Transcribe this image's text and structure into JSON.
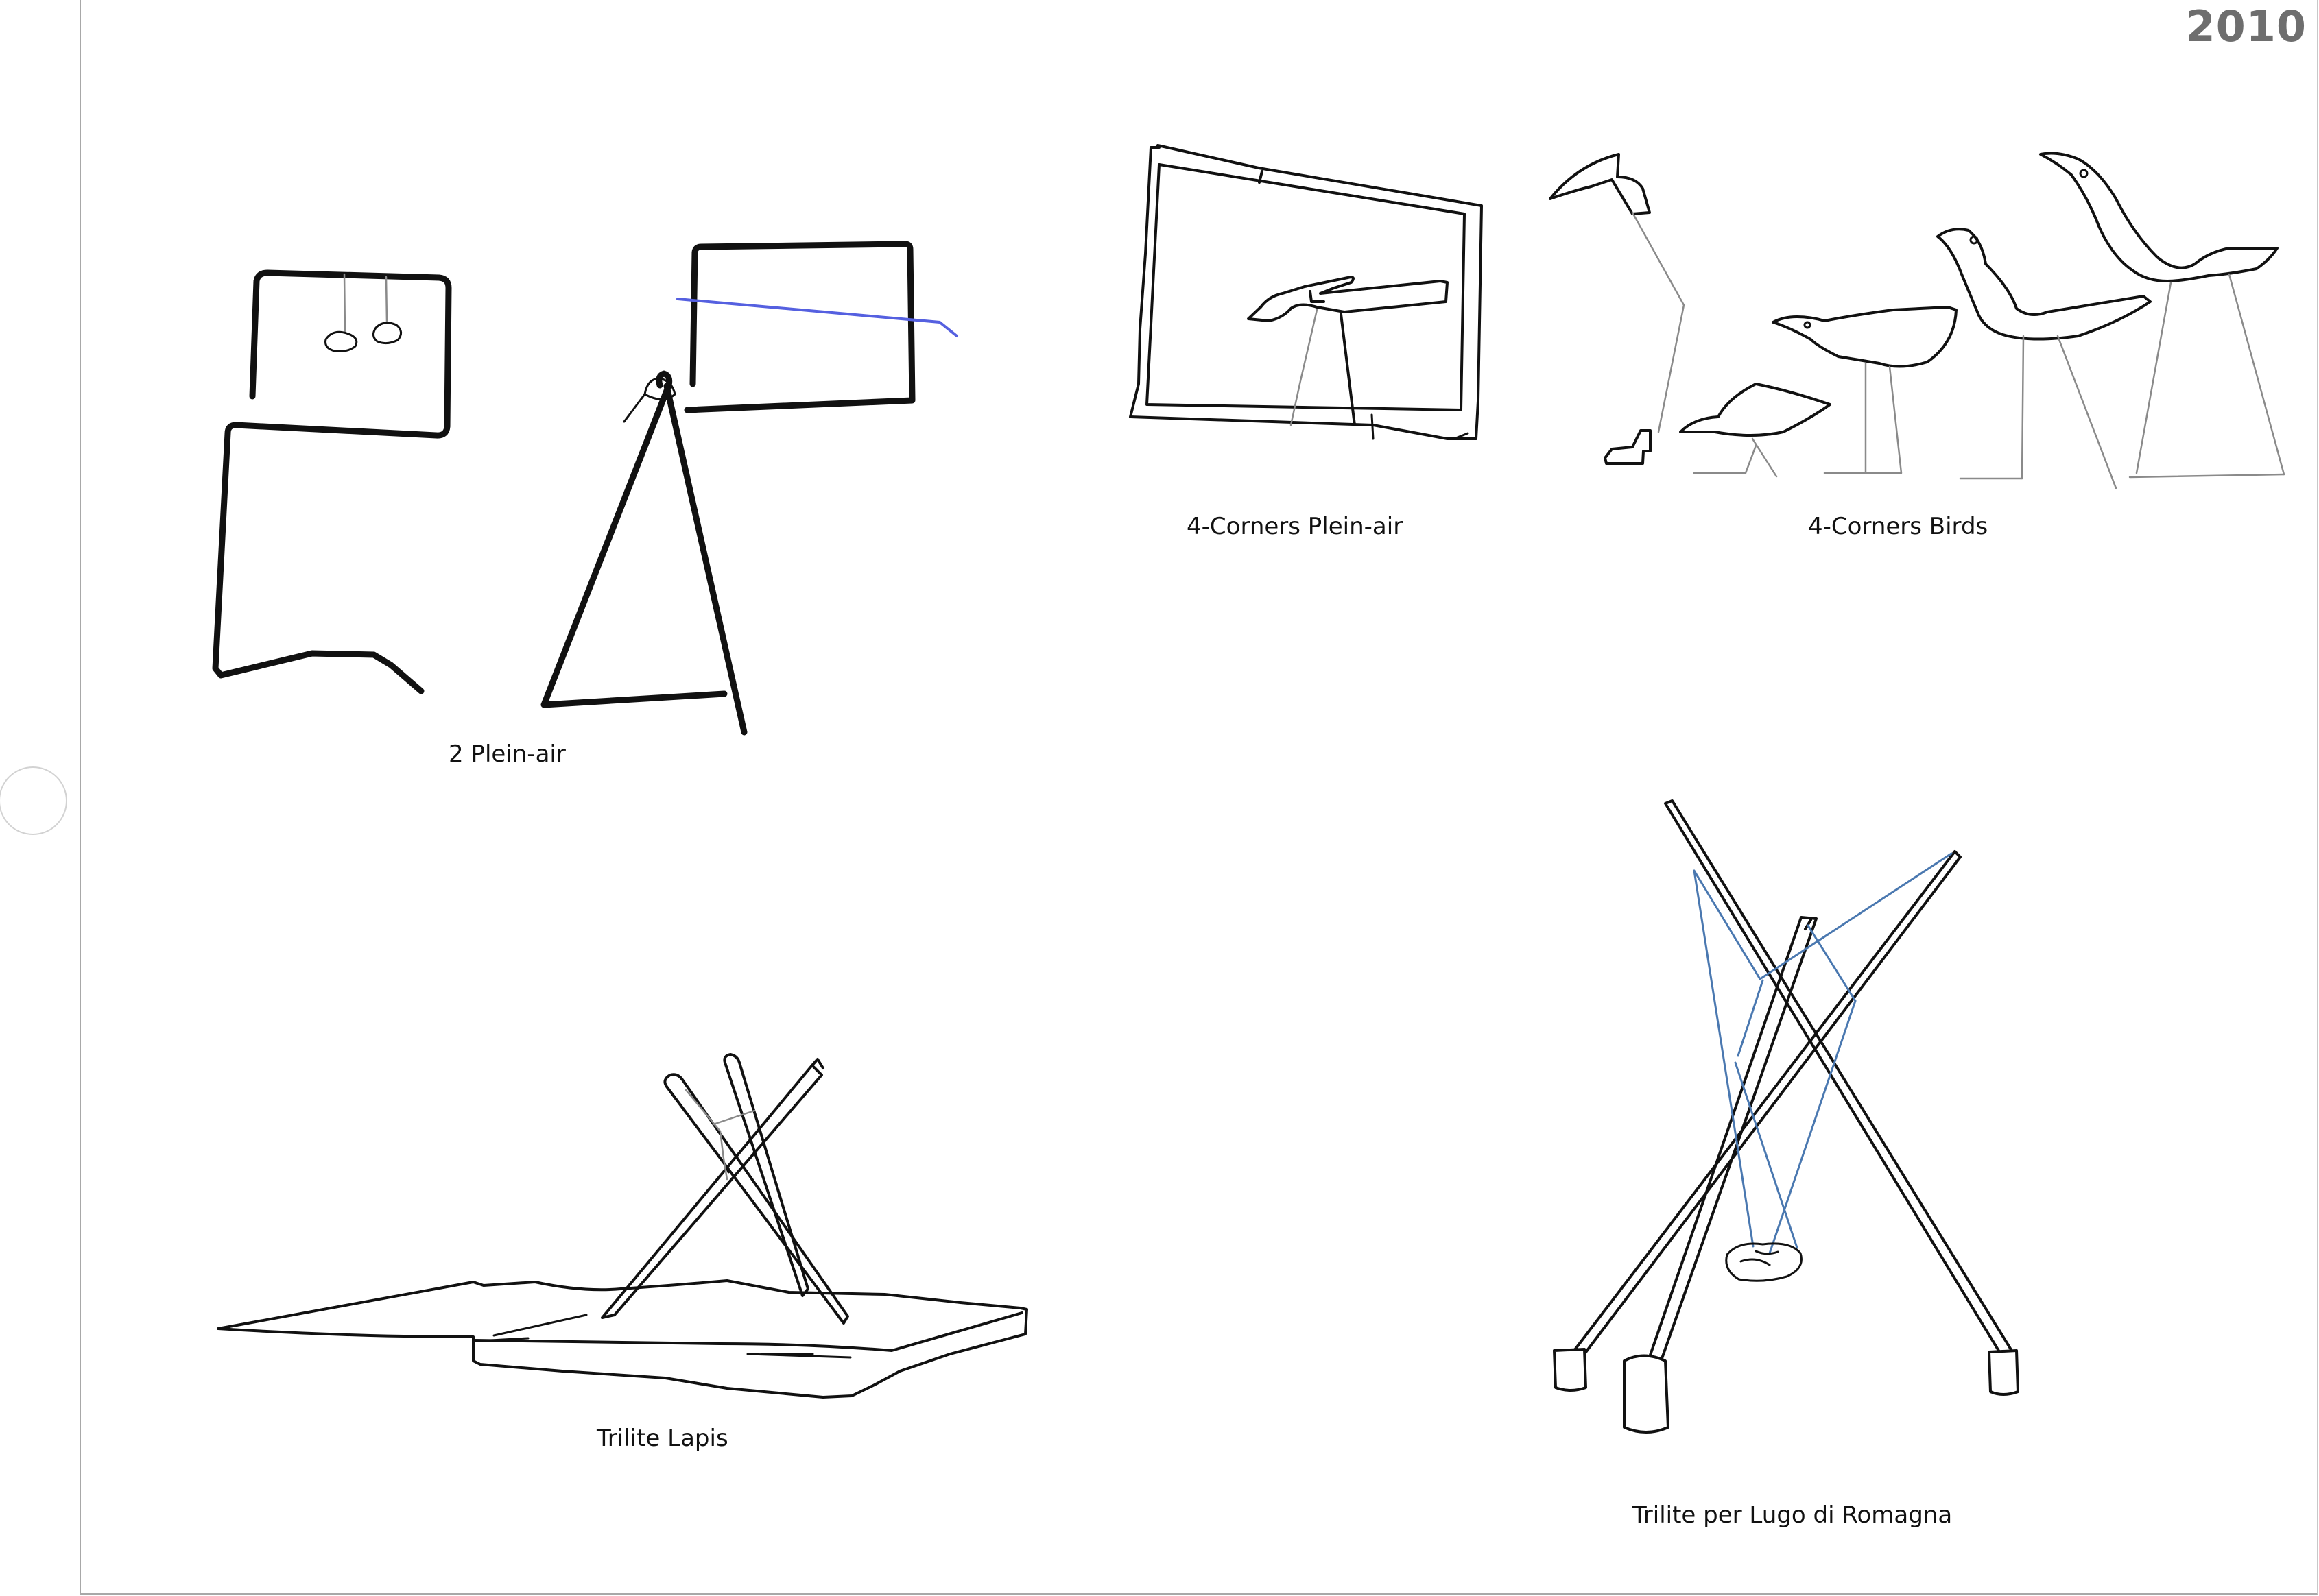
{
  "year": "2010",
  "captions": {
    "plein_air": "2 Plein-air",
    "four_corners_plein_air": "4-Corners Plein-air",
    "four_corners_birds": "4-Corners Birds",
    "trilite_lapis": "Trilite Lapis",
    "trilite_lugo": "Trilite per Lugo di Romagna"
  }
}
